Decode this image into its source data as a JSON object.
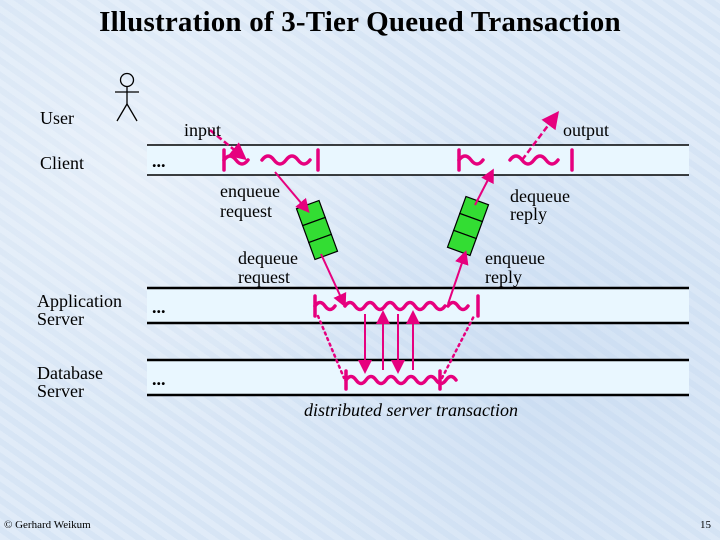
{
  "title": "Illustration of 3-Tier Queued Transaction",
  "tiers": {
    "user": "User",
    "client": "Client",
    "app_server_line1": "Application",
    "app_server_line2": "Server",
    "db_server_line1": "Database",
    "db_server_line2": "Server"
  },
  "ellipsis": "...",
  "flow": {
    "input": "input",
    "output": "output",
    "enqueue_request_1": "enqueue",
    "enqueue_request_2": "request",
    "dequeue_reply_1": "dequeue",
    "dequeue_reply_2": "reply",
    "dequeue_request_1": "dequeue",
    "dequeue_request_2": "request",
    "enqueue_reply_1": "enqueue",
    "enqueue_reply_2": "reply",
    "distributed": "distributed server transaction"
  },
  "footer": {
    "author": "© Gerhard Weikum",
    "page": "15"
  },
  "colors": {
    "arrow": "#e6007e",
    "queue": "#33dd33",
    "band": "#e9f7ff",
    "band_line": "#000000"
  }
}
